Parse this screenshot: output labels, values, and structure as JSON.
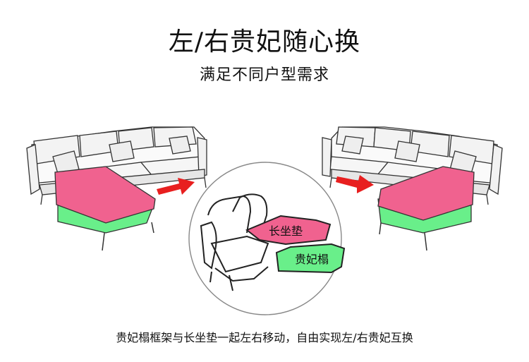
{
  "header": {
    "title": "左/右贵妃随心换",
    "subtitle": "满足不同户型需求"
  },
  "diagram": {
    "cushion_label": "长坐垫",
    "chaise_label": "贵妃榻"
  },
  "footer": {
    "caption": "贵妃榻框架与长坐垫一起左右移动，自由实现左/右贵妃互换"
  },
  "colors": {
    "chaise_top": "#f0628f",
    "chaise_base": "#69ef8a",
    "arrow": "#e81f1f",
    "sketch": "#333333"
  }
}
